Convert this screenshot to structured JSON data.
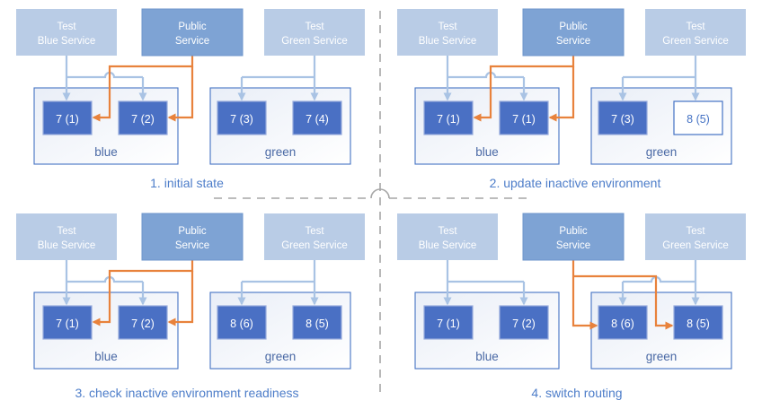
{
  "colors": {
    "service_light_fill": "#b9cce6",
    "service_public_fill": "#7ea3d4",
    "service_text": "#ffffff",
    "instance_fill": "#4a70c4",
    "instance_border": "#96abdd",
    "instance_text": "#ffffff",
    "instance_outline_fill": "#ffffff",
    "instance_outline_border": "#4472c4",
    "instance_outline_text": "#4472c4",
    "environment_border": "#4472c4",
    "environment_label_text": "#4a69a5",
    "caption_text": "#4d7dc9",
    "arrow_test_services": "#a9c3e4",
    "arrow_public_service": "#e8823c",
    "divider_dashed": "#a6a6a6"
  },
  "panels": [
    {
      "caption": "1. initial state",
      "public_routes_to": "blue",
      "services": [
        {
          "line1": "Test",
          "line2": "Blue Service"
        },
        {
          "line1": "Public",
          "line2": "Service"
        },
        {
          "line1": "Test",
          "line2": "Green Service"
        }
      ],
      "environments": {
        "blue": {
          "label": "blue",
          "instances": [
            {
              "label": "7 (1)",
              "style": "filled"
            },
            {
              "label": "7 (2)",
              "style": "filled"
            }
          ]
        },
        "green": {
          "label": "green",
          "instances": [
            {
              "label": "7 (3)",
              "style": "filled"
            },
            {
              "label": "7 (4)",
              "style": "filled"
            }
          ]
        }
      }
    },
    {
      "caption": "2. update inactive environment",
      "public_routes_to": "blue",
      "services": [
        {
          "line1": "Test",
          "line2": "Blue Service"
        },
        {
          "line1": "Public",
          "line2": "Service"
        },
        {
          "line1": "Test",
          "line2": "Green Service"
        }
      ],
      "environments": {
        "blue": {
          "label": "blue",
          "instances": [
            {
              "label": "7 (1)",
              "style": "filled"
            },
            {
              "label": "7 (1)",
              "style": "filled"
            }
          ]
        },
        "green": {
          "label": "green",
          "instances": [
            {
              "label": "7 (3)",
              "style": "filled"
            },
            {
              "label": "8 (5)",
              "style": "outline"
            }
          ]
        }
      }
    },
    {
      "caption": "3. check inactive environment readiness",
      "public_routes_to": "blue",
      "services": [
        {
          "line1": "Test",
          "line2": "Blue Service"
        },
        {
          "line1": "Public",
          "line2": "Service"
        },
        {
          "line1": "Test",
          "line2": "Green Service"
        }
      ],
      "environments": {
        "blue": {
          "label": "blue",
          "instances": [
            {
              "label": "7 (1)",
              "style": "filled"
            },
            {
              "label": "7 (2)",
              "style": "filled"
            }
          ]
        },
        "green": {
          "label": "green",
          "instances": [
            {
              "label": "8 (6)",
              "style": "filled"
            },
            {
              "label": "8 (5)",
              "style": "filled"
            }
          ]
        }
      }
    },
    {
      "caption": "4. switch routing",
      "public_routes_to": "green",
      "services": [
        {
          "line1": "Test",
          "line2": "Blue Service"
        },
        {
          "line1": "Public",
          "line2": "Service"
        },
        {
          "line1": "Test",
          "line2": "Green Service"
        }
      ],
      "environments": {
        "blue": {
          "label": "blue",
          "instances": [
            {
              "label": "7 (1)",
              "style": "filled"
            },
            {
              "label": "7 (2)",
              "style": "filled"
            }
          ]
        },
        "green": {
          "label": "green",
          "instances": [
            {
              "label": "8 (6)",
              "style": "filled"
            },
            {
              "label": "8 (5)",
              "style": "filled"
            }
          ]
        }
      }
    }
  ]
}
